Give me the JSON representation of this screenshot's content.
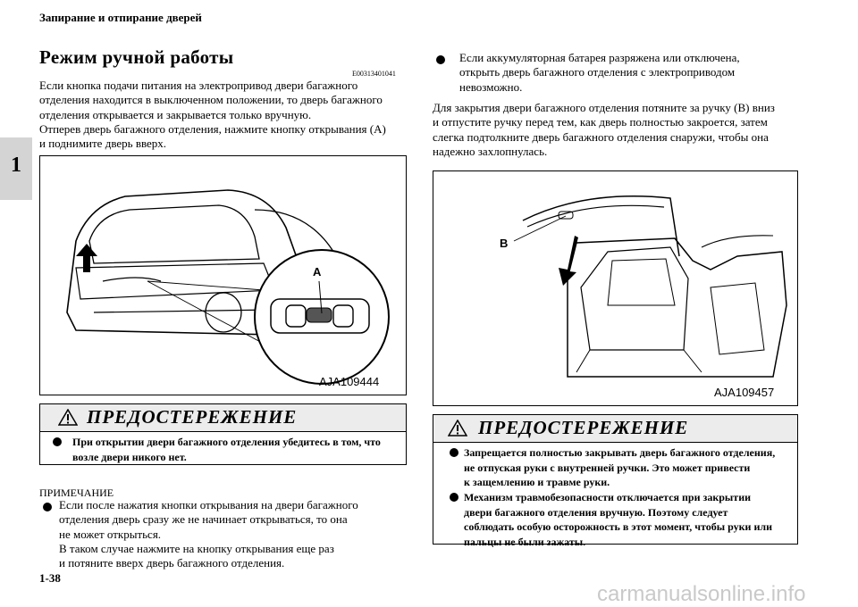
{
  "header": {
    "section_title": "Запирание и отпирание дверей"
  },
  "chapter_tab": {
    "number": "1"
  },
  "left": {
    "heading": "Режим ручной работы",
    "code": "E00313401041",
    "para_lines": [
      "Если кнопка подачи питания на электропривод двери багажного",
      "отделения находится в выключенном положении, то дверь багажного",
      "отделения открывается и закрывается только вручную.",
      "Отперев дверь багажного отделения, нажмите кнопку открывания (A)",
      "и поднимите дверь вверх."
    ],
    "figure": {
      "callout": "A",
      "id": "AJA109444"
    },
    "warning": {
      "title": "ПРЕДОСТЕРЕЖЕНИЕ",
      "lines": [
        "При открытии двери багажного отделения убедитесь в том, что",
        "возле двери никого нет."
      ]
    },
    "note": {
      "title": "ПРИМЕЧАНИЕ",
      "lines": [
        "Если после нажатия кнопки открывания на двери багажного",
        "отделения дверь сразу же не начинает открываться, то она",
        "не может открыться.",
        "В таком случае нажмите на кнопку открывания еще раз",
        "и потяните вверх дверь багажного отделения."
      ]
    }
  },
  "right": {
    "bullet_lines": [
      "Если аккумуляторная батарея разряжена или отключена,",
      "открыть дверь багажного отделения с электроприводом",
      "невозможно."
    ],
    "para_lines": [
      "Для закрытия двери багажного отделения потяните за ручку (B) вниз",
      "и отпустите ручку перед тем, как дверь полностью закроется, затем",
      "слегка подтолкните дверь багажного отделения снаружи, чтобы она",
      "надежно захлопнулась."
    ],
    "figure": {
      "callout": "B",
      "id": "AJA109457"
    },
    "warning": {
      "title": "ПРЕДОСТЕРЕЖЕНИЕ",
      "item1_lines": [
        "Запрещается полностью закрывать дверь багажного отделения,",
        "не отпуская руки с внутренней ручки. Это может привести",
        "к защемлению и травме руки."
      ],
      "item2_lines": [
        "Механизм травмобезопасности отключается при закрытии",
        "двери багажного отделения вручную. Поэтому следует",
        "соблюдать особую осторожность в этот момент, чтобы руки или",
        "пальцы не были зажаты."
      ]
    }
  },
  "footer": {
    "page_number": "1-38"
  },
  "watermark": {
    "text": "carmanualsonline.info"
  }
}
